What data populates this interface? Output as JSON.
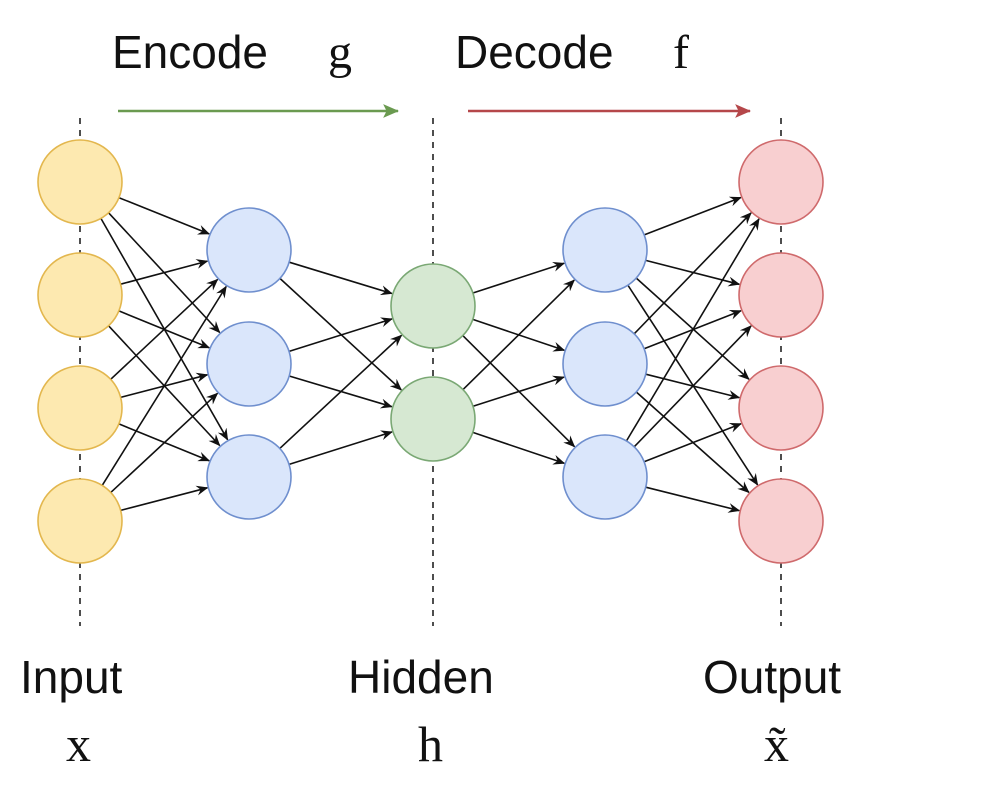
{
  "header": {
    "encode_label": "Encode",
    "encode_var": "g",
    "decode_label": "Decode",
    "decode_var": "f",
    "encode_color": "#6a9a50",
    "decode_color": "#b5474a"
  },
  "layers": [
    {
      "id": "input",
      "name": "Input",
      "var": "x",
      "nodes": 4,
      "fill": "#fde9b0",
      "stroke": "#e3b74e"
    },
    {
      "id": "enc-hidden",
      "name": "",
      "var": "",
      "nodes": 3,
      "fill": "#dae6fb",
      "stroke": "#6f8fce"
    },
    {
      "id": "hidden",
      "name": "Hidden",
      "var": "h",
      "nodes": 2,
      "fill": "#d6e8d2",
      "stroke": "#7aa874"
    },
    {
      "id": "dec-hidden",
      "name": "",
      "var": "",
      "nodes": 3,
      "fill": "#dae6fb",
      "stroke": "#6f8fce"
    },
    {
      "id": "output",
      "name": "Output",
      "var": "x̃",
      "nodes": 4,
      "fill": "#f8cfd0",
      "stroke": "#cf6a6c"
    }
  ],
  "connections": "fully-connected between adjacent layers"
}
